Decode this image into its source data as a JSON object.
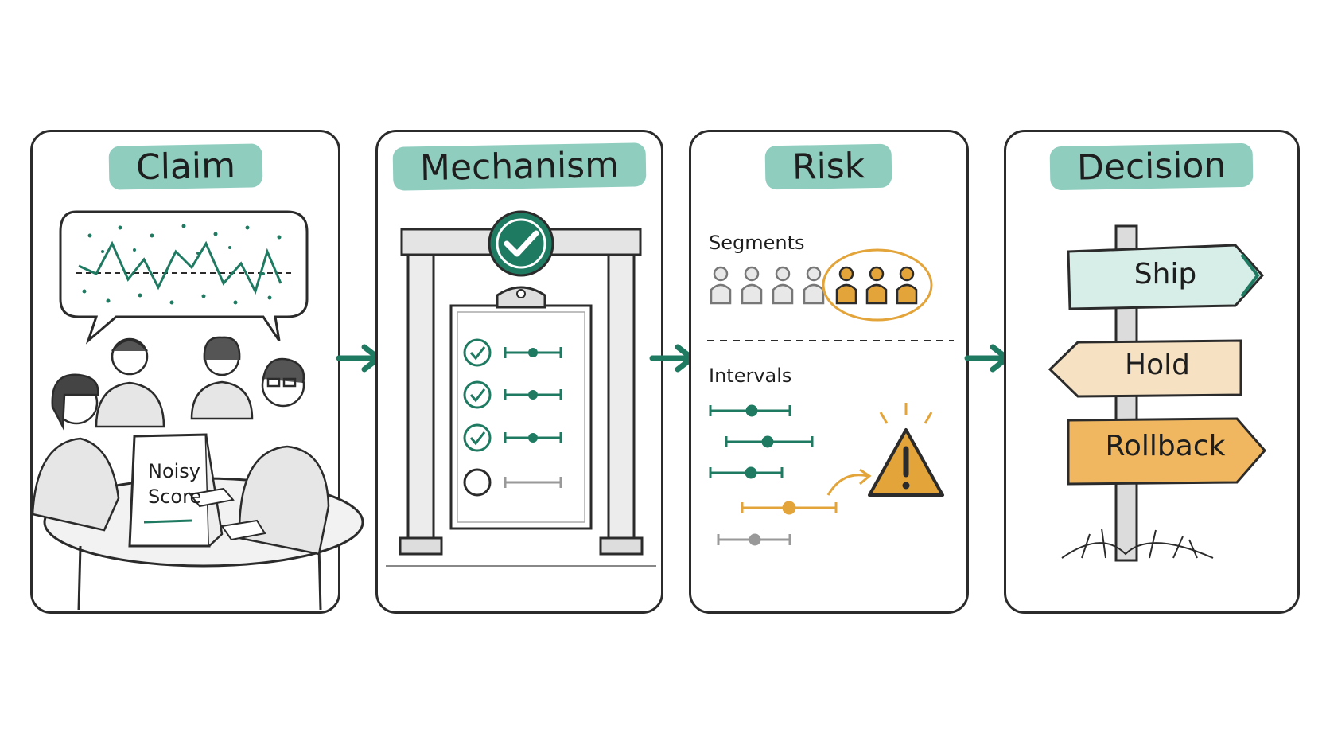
{
  "panels": [
    {
      "title": "Claim"
    },
    {
      "title": "Mechanism"
    },
    {
      "title": "Risk"
    },
    {
      "title": "Decision"
    }
  ],
  "claim": {
    "card_line1": "Noisy",
    "card_line2": "Score"
  },
  "risk": {
    "segments_label": "Segments",
    "intervals_label": "Intervals"
  },
  "decision": {
    "signs": [
      "Ship",
      "Hold",
      "Rollback"
    ]
  },
  "colors": {
    "accent_green": "#1f7a62",
    "highlight_teal": "#8fcdbf",
    "warning_orange": "#e3a43a",
    "ink": "#2b2b2b"
  }
}
